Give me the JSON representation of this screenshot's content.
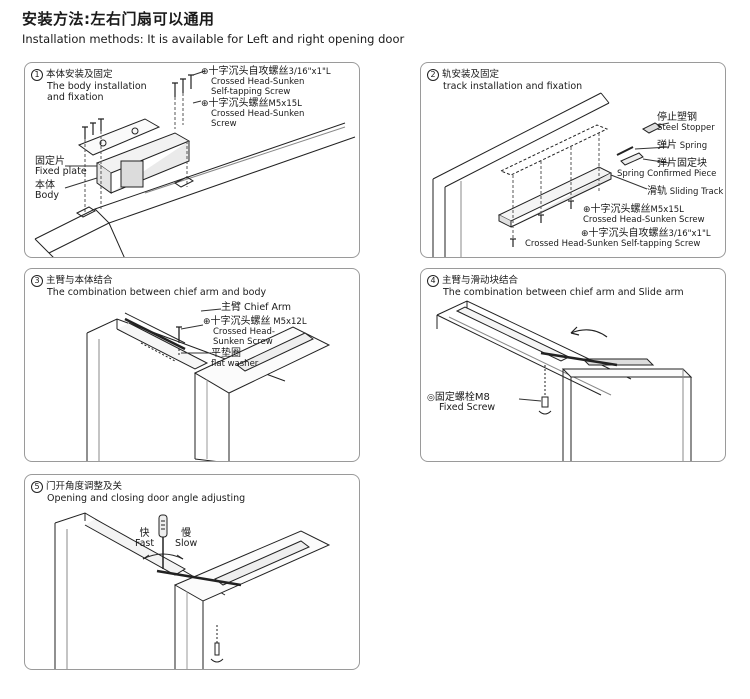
{
  "header": {
    "title_cn": "安装方法:左右门扇可以通用",
    "title_en": "Installation methods: It is available for Left and right opening door"
  },
  "panels": {
    "p1": {
      "num": "1",
      "title_cn": "本体安装及固定",
      "title_en_1": "The body installation",
      "title_en_2": "and fixation",
      "screw1_cn": "十字沉头自攻螺丝",
      "screw1_size": "3/16\"x1\"L",
      "screw1_en_1": "Crossed Head-Sunken",
      "screw1_en_2": "Self-tapping Screw",
      "screw2_cn": "十字沉头螺丝",
      "screw2_size": "M5x15L",
      "screw2_en_1": "Crossed Head-Sunken",
      "screw2_en_2": "Screw",
      "plate_cn": "固定片",
      "plate_en": "Fixed plate",
      "body_cn": "本体",
      "body_en": "Body"
    },
    "p2": {
      "num": "2",
      "title_cn": "轨安装及固定",
      "title_en": "track installation and fixation",
      "stopper_cn": "停止塑钢",
      "stopper_en": "Steel Stopper",
      "spring_cn": "弹片",
      "spring_en": "Spring",
      "piece_cn": "弹片固定块",
      "piece_en": "Spring Confirmed Piece",
      "track_cn": "滑轨",
      "track_en": "Sliding Track",
      "screw1_cn": "十字沉头螺丝",
      "screw1_size": "M5x15L",
      "screw1_en": "Crossed Head-Sunken Screw",
      "screw2_cn": "十字沉头自攻螺丝",
      "screw2_size": "3/16\"x1\"L",
      "screw2_en": "Crossed Head-Sunken Self-tapping Screw"
    },
    "p3": {
      "num": "3",
      "title_cn": "主臂与本体结合",
      "title_en": "The combination between chief arm and body",
      "arm_cn": "主臂",
      "arm_en": "Chief Arm",
      "screw_cn": "十字沉头螺丝",
      "screw_size": "M5x12L",
      "screw_en_1": "Crossed Head-",
      "screw_en_2": "Sunken Screw",
      "washer_cn": "平垫圈",
      "washer_en": "flat washer"
    },
    "p4": {
      "num": "4",
      "title_cn": "主臂与滑动块结合",
      "title_en": "The combination between chief arm and Slide arm",
      "screw_cn": "固定螺栓M8",
      "screw_en": "Fixed Screw"
    },
    "p5": {
      "num": "5",
      "title_cn": "门开角度调整及关",
      "title_en": "Opening and closing door angle adjusting",
      "fast_cn": "快",
      "fast_en": "Fast",
      "slow_cn": "慢",
      "slow_en": "Slow"
    }
  },
  "symbols": {
    "plus": "⊕",
    "target": "◎"
  },
  "colors": {
    "line": "#222222",
    "panel_border": "#9a9a9a",
    "shade": "#d6d6d6"
  }
}
